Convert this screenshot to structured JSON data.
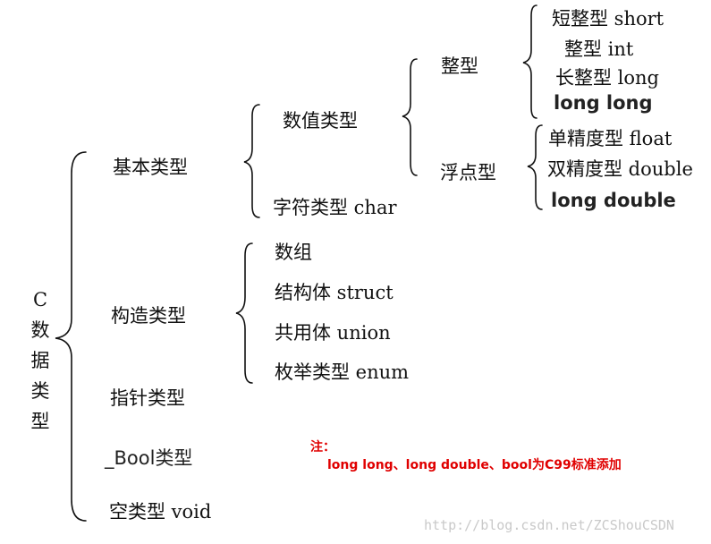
{
  "root": {
    "chars": [
      "C",
      "数",
      "据",
      "类",
      "型"
    ]
  },
  "level1": {
    "basic": "基本类型",
    "constructed": "构造类型",
    "pointer": "指针类型",
    "bool": "_Bool类型",
    "void": "空类型 void"
  },
  "basic": {
    "numeric": "数值类型",
    "char": "字符类型 char"
  },
  "numeric": {
    "integer": "整型",
    "float": "浮点型"
  },
  "integer_types": [
    "短整型 short",
    "整型 int",
    "长整型 long",
    "long long"
  ],
  "float_types": [
    "单精度型 float",
    "双精度型 double",
    "long double"
  ],
  "constructed_types": [
    "数组",
    "结构体 struct",
    "共用体 union",
    "枚举类型 enum"
  ],
  "note": {
    "title": "注：",
    "text": "long long、long double、bool为C99标准添加"
  },
  "watermark": "http://blog.csdn.net/ZCShouCSDN"
}
